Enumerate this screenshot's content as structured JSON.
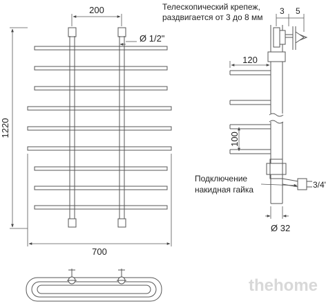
{
  "labels": {
    "width_top": "200",
    "pipe_diameter": "Ø 1/2\"",
    "height": "1220",
    "width_bottom": "700",
    "mount_note_line1": "Телескопический крепеж,",
    "mount_note_line2": "раздвигается от 3 до 8 мм",
    "dim_3": "3",
    "dim_5": "5",
    "dim_120": "120",
    "dim_100": "100",
    "connection_line1": "Подключение",
    "connection_line2": "накидная гайка",
    "thread": "3/4\"",
    "riser_diameter": "Ø 32"
  },
  "watermark": "thehome",
  "colors": {
    "line": "#555555",
    "text": "#222222",
    "watermark": "#d8d8d8"
  }
}
